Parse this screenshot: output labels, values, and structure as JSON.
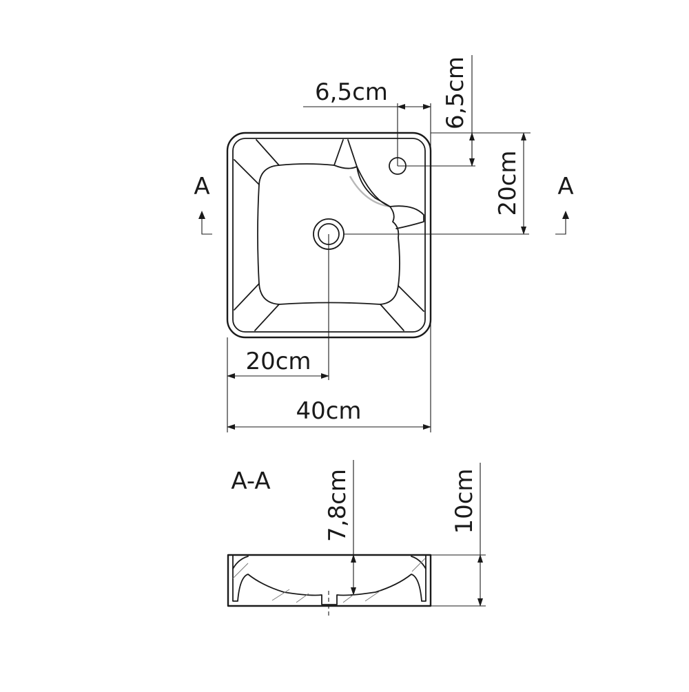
{
  "top_view": {
    "dimensions": {
      "tap_offset_x": "6,5cm",
      "tap_offset_y": "6,5cm",
      "drain_offset_y": "20cm",
      "drain_offset_x": "20cm",
      "total_width": "40cm"
    },
    "section_marks": {
      "left": "A",
      "right": "A"
    }
  },
  "section_view": {
    "title": "A-A",
    "dimensions": {
      "inner_depth": "7,8cm",
      "total_height": "10cm"
    }
  },
  "colors": {
    "line": "#1a1a1a",
    "hatch": "#777777",
    "edge_highlight": "#b8b8b8"
  }
}
